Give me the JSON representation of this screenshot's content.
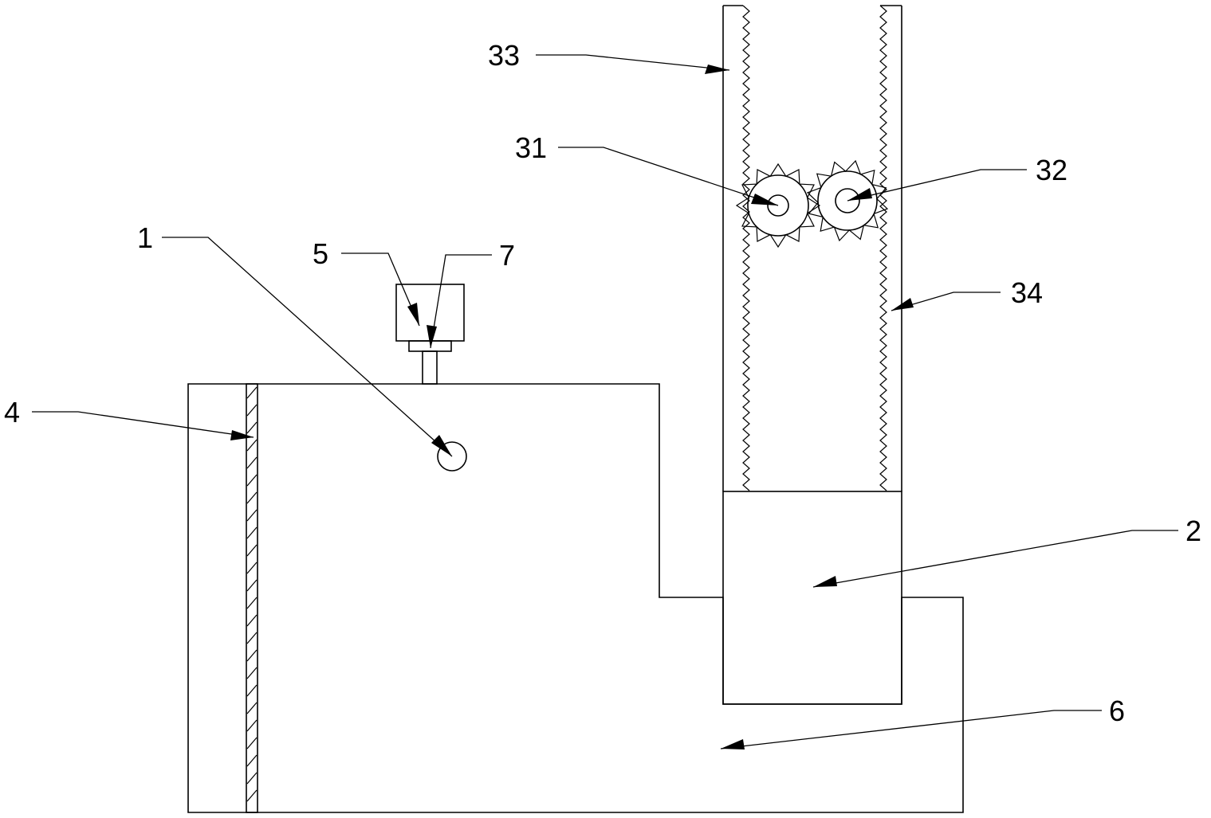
{
  "labels": {
    "ref_1": "1",
    "ref_2": "2",
    "ref_4": "4",
    "ref_5": "5",
    "ref_6": "6",
    "ref_7": "7",
    "ref_31": "31",
    "ref_32": "32",
    "ref_33": "33",
    "ref_34": "34"
  },
  "colors": {
    "stroke": "#000000",
    "background": "#ffffff"
  }
}
